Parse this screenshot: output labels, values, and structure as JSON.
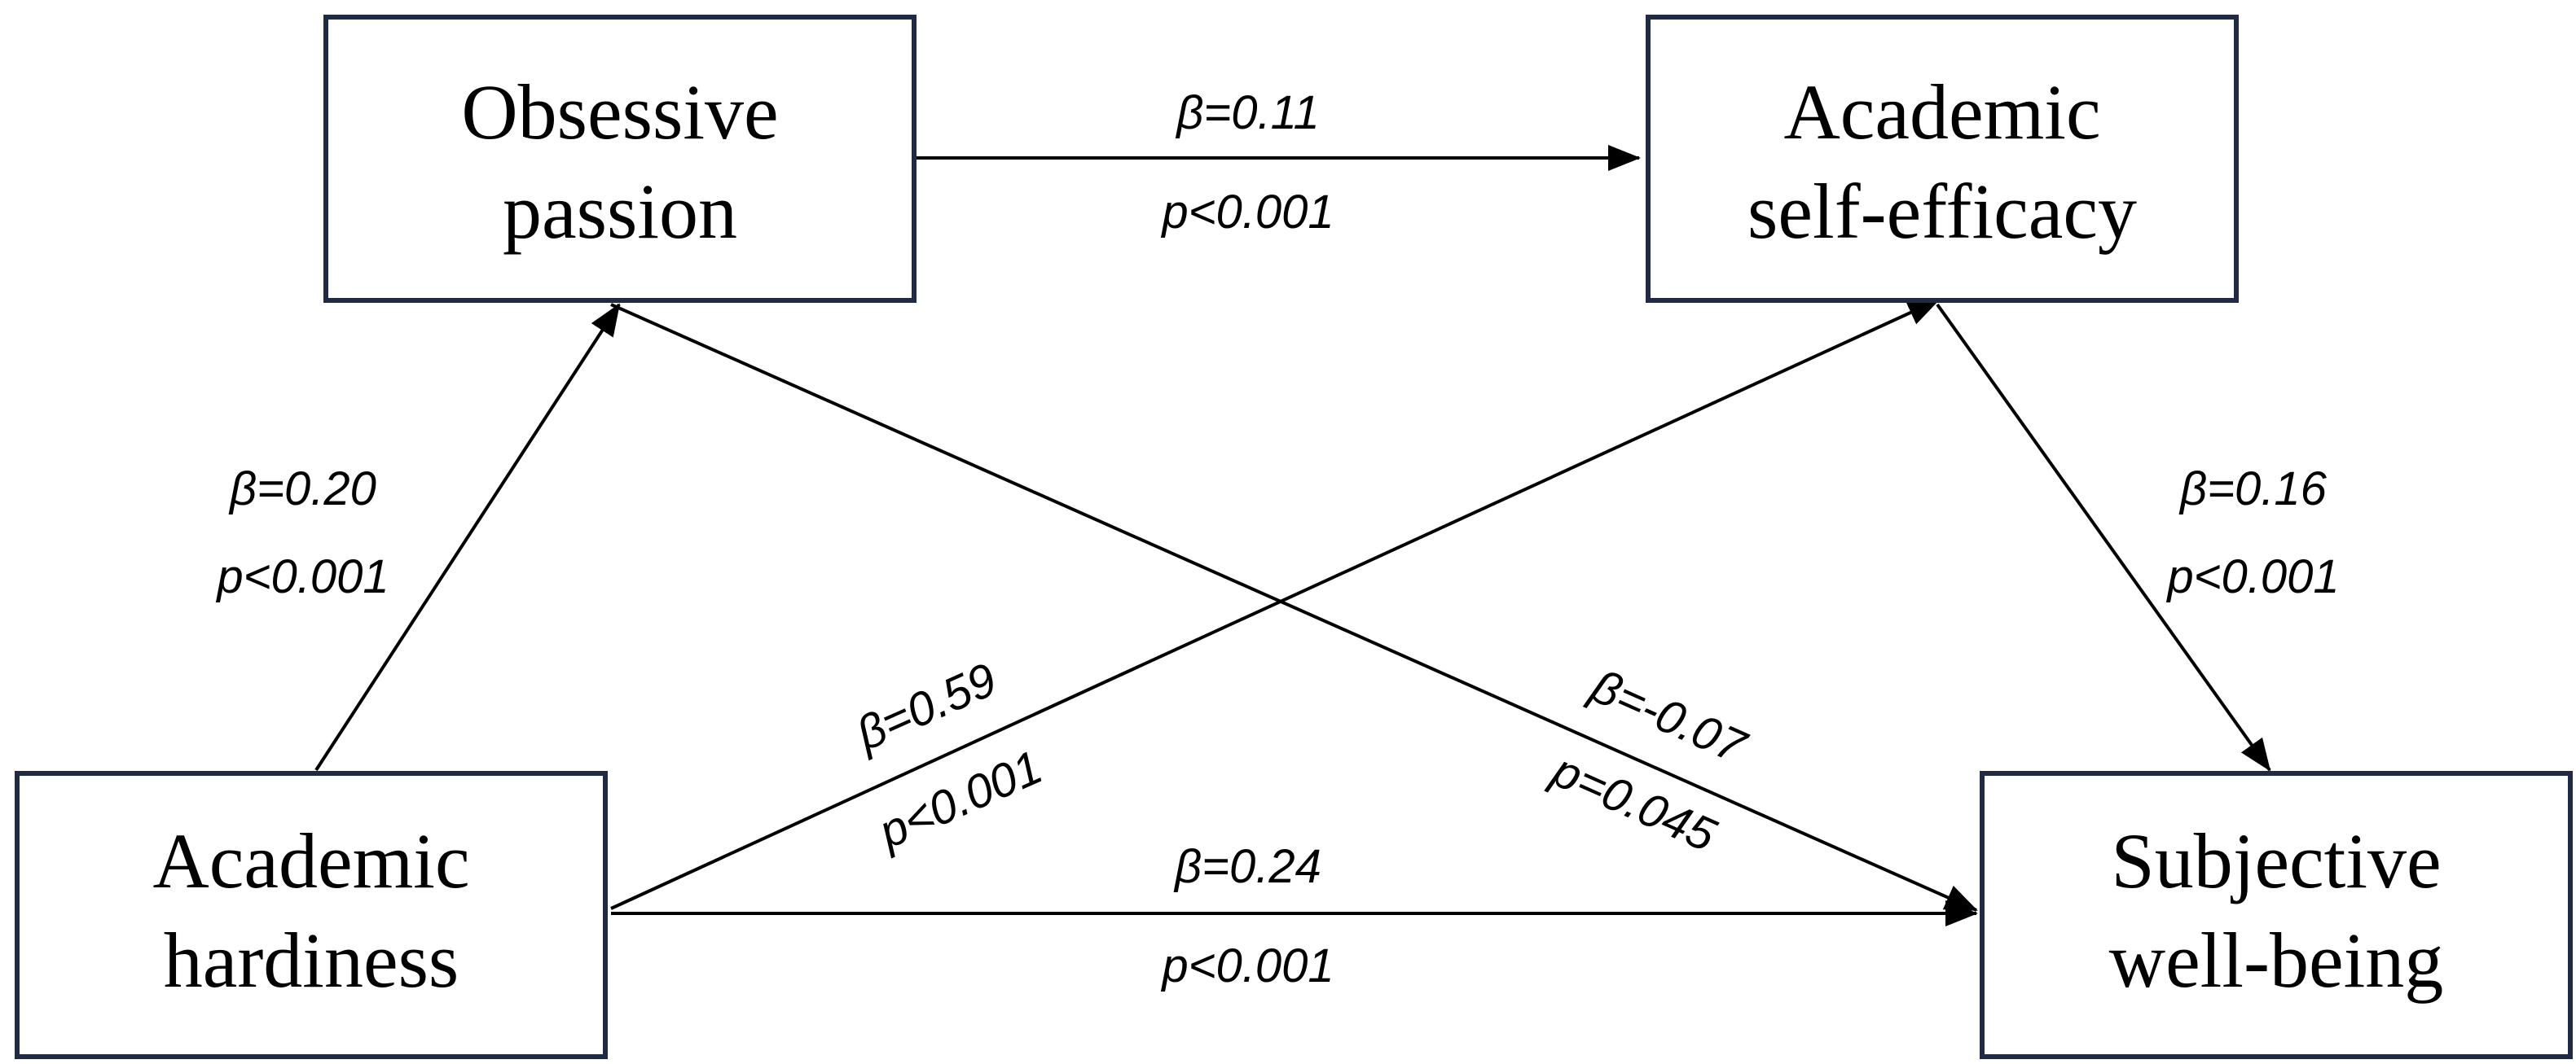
{
  "nodes": {
    "obsessive_passion": {
      "line1": "Obsessive",
      "line2": "passion"
    },
    "academic_self_efficacy": {
      "line1": "Academic",
      "line2": "self-efficacy"
    },
    "academic_hardiness": {
      "line1": "Academic",
      "line2": "hardiness"
    },
    "subjective_well_being": {
      "line1": "Subjective",
      "line2": "well-being"
    }
  },
  "edges": {
    "passion_to_efficacy": {
      "beta": "β=0.11",
      "p": "p<0.001"
    },
    "hardiness_to_passion": {
      "beta": "β=0.20",
      "p": "p<0.001"
    },
    "efficacy_to_wellbeing": {
      "beta": "β=0.16",
      "p": "p<0.001"
    },
    "hardiness_to_efficacy": {
      "beta": "β=0.59",
      "p": "p<0.001"
    },
    "passion_to_wellbeing": {
      "beta": "β=-0.07",
      "p": "p=0.045"
    },
    "hardiness_to_wellbeing": {
      "beta": "β=0.24",
      "p": "p<0.001"
    }
  },
  "colors": {
    "box_border": "#1f2a44",
    "line": "#000000",
    "text": "#000000",
    "background": "#ffffff"
  }
}
